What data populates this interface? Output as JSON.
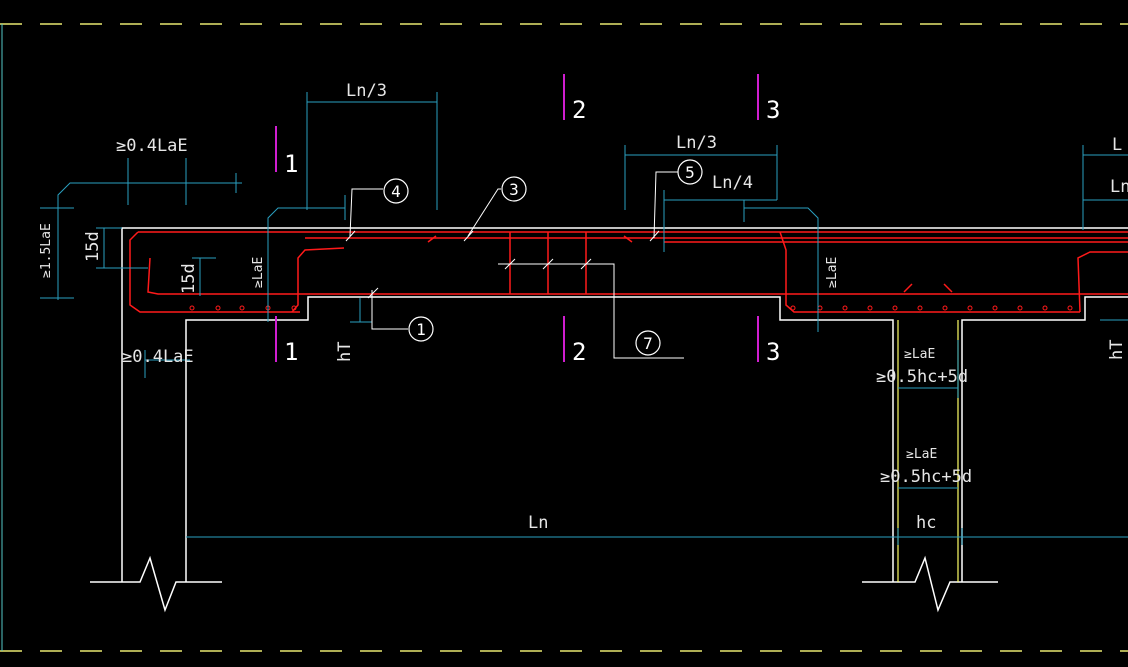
{
  "colors": {
    "background": "#000000",
    "concrete": "#ffffff",
    "rebar": "#ff1a1a",
    "dimension": "#2a9fbf",
    "section_mark": "#d01ed0",
    "column_outline": "#ffff66",
    "border_dash": "#e8e870"
  },
  "labels": {
    "top_ln3_left": "Ln/3",
    "top_ln3_right": "Ln/3",
    "ln4": "Ln/4",
    "anchor_04lae_top": "≥0.4LaE",
    "anchor_04lae_bottom": "≥0.4LaE",
    "anchor_15lae": "≥1.5LaE",
    "len_15d_outer": "15d",
    "len_15d_inner": "15d",
    "lae_left": "≥LaE",
    "lae_right": "≥LaE",
    "ht_left": "hT",
    "ht_right": "hT",
    "lae_mid_top": "≥LaE",
    "half_hc_top": "≥0.5hc+5d",
    "lae_mid_bottom": "≥LaE",
    "half_hc_bottom": "≥0.5hc+5d",
    "ln_span": "Ln",
    "hc": "hc",
    "cut_l_top": "L",
    "cut_ln_top": "Ln"
  },
  "sections": [
    {
      "id": "1",
      "top": "1",
      "bottom": "1"
    },
    {
      "id": "2",
      "top": "2",
      "bottom": "2"
    },
    {
      "id": "3",
      "top": "3",
      "bottom": "3"
    }
  ],
  "callouts": [
    "1",
    "3",
    "4",
    "5",
    "7"
  ]
}
